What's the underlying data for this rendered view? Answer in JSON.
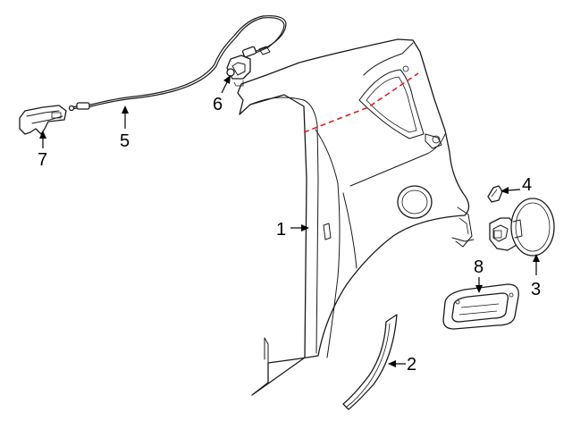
{
  "colors": {
    "line": "#1a1a1a",
    "cutline": "#e0201b",
    "background": "#ffffff"
  },
  "callouts": [
    {
      "id": "c1",
      "label": "1"
    },
    {
      "id": "c2",
      "label": "2"
    },
    {
      "id": "c3",
      "label": "3"
    },
    {
      "id": "c4",
      "label": "4"
    },
    {
      "id": "c5",
      "label": "5"
    },
    {
      "id": "c6",
      "label": "6"
    },
    {
      "id": "c7",
      "label": "7"
    },
    {
      "id": "c8",
      "label": "8"
    }
  ]
}
